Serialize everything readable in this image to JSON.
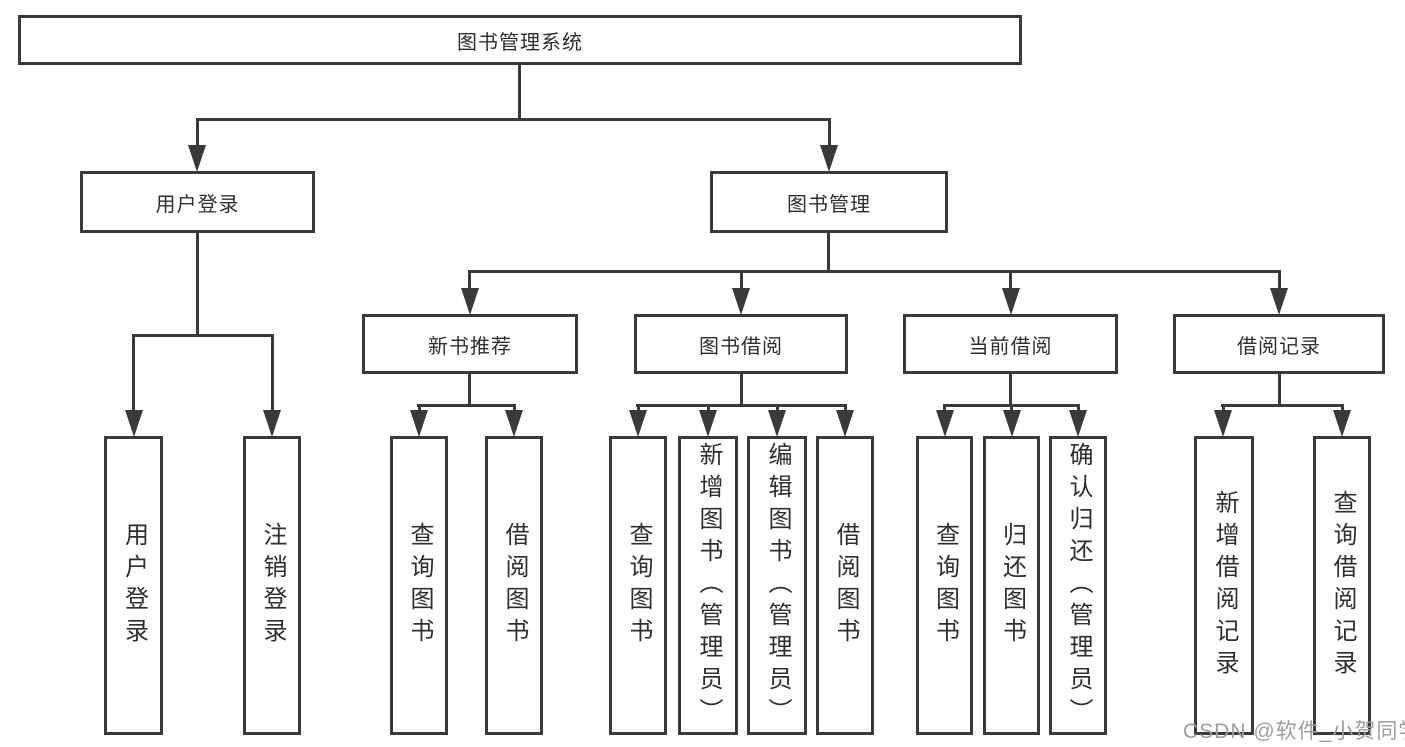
{
  "title": "图书管理系统",
  "level2": [
    "用户登录",
    "图书管理"
  ],
  "level3": [
    "新书推荐",
    "图书借阅",
    "当前借阅",
    "借阅记录"
  ],
  "leaves": {
    "user_login": [
      "用户登录",
      "注销登录"
    ],
    "new_book_recommend": [
      "查询图书",
      "借阅图书"
    ],
    "book_borrow": [
      "查询图书",
      "新增图书（管理员）",
      "编辑图书（管理员）",
      "借阅图书"
    ],
    "current_borrow": [
      "查询图书",
      "归还图书",
      "确认归还（管理员）"
    ],
    "borrow_records": [
      "新增借阅记录",
      "查询借阅记录"
    ]
  },
  "watermark": "CSDN @软件_小贺同学",
  "colors": {
    "line": "#3a3a3a",
    "text": "#2f2f2f",
    "watermark": "#9e9e9e",
    "background": "#ffffff"
  }
}
